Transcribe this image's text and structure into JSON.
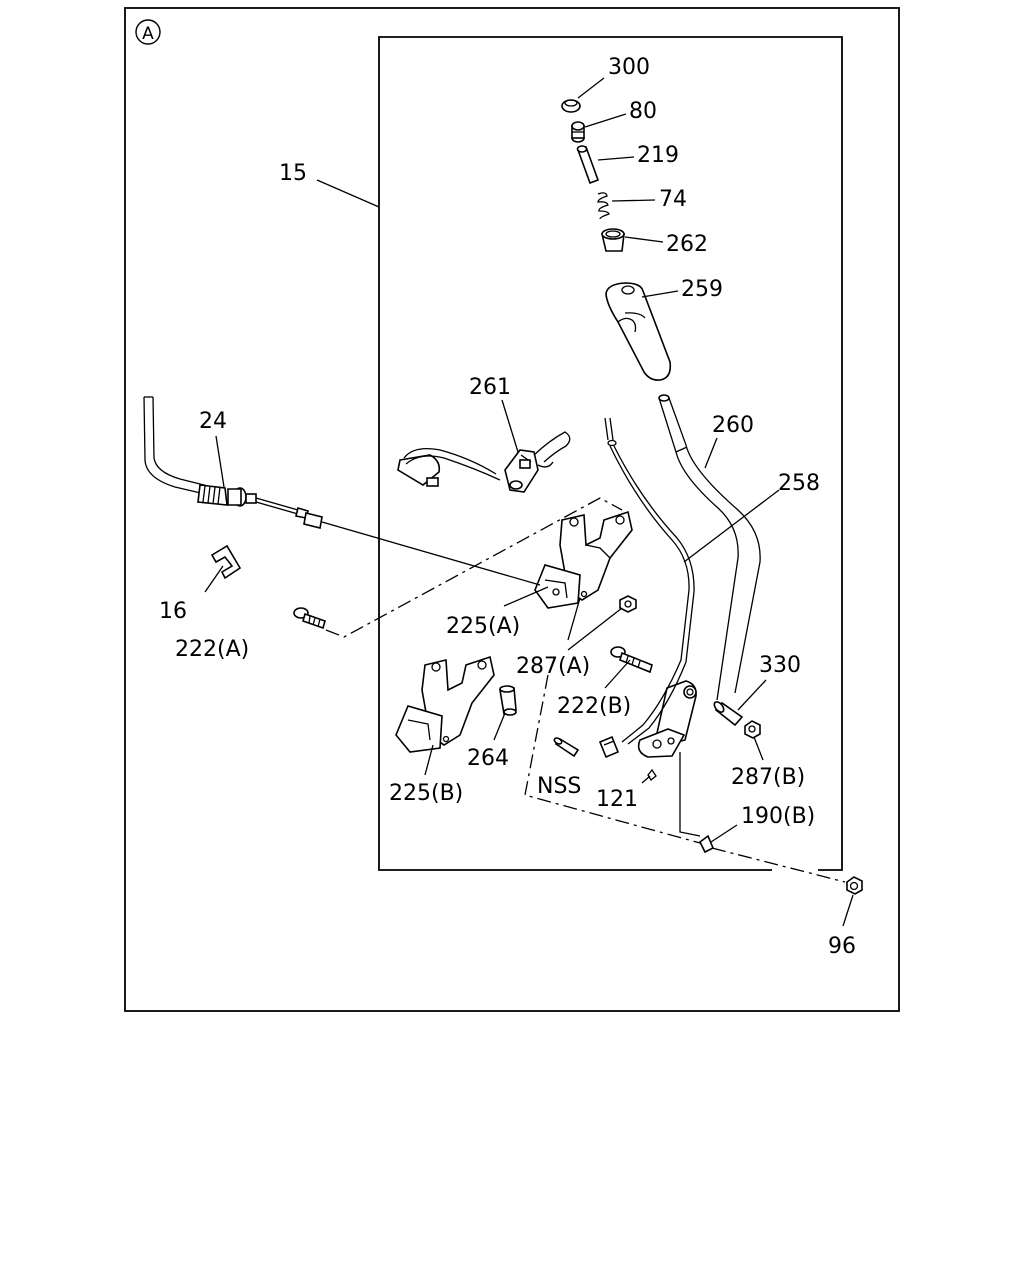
{
  "view_marker": "A",
  "callouts": {
    "c300": "300",
    "c80": "80",
    "c219": "219",
    "c74": "74",
    "c262": "262",
    "c259": "259",
    "c15": "15",
    "c261": "261",
    "c24": "24",
    "c260": "260",
    "c258": "258",
    "c16": "16",
    "c225a": "225(A)",
    "c222a": "222(A)",
    "c287a": "287(A)",
    "c330": "330",
    "c222b": "222(B)",
    "c264": "264",
    "c225b": "225(B)",
    "c287b": "287(B)",
    "cnss": "NSS",
    "c121": "121",
    "c190b": "190(B)",
    "c96": "96"
  }
}
